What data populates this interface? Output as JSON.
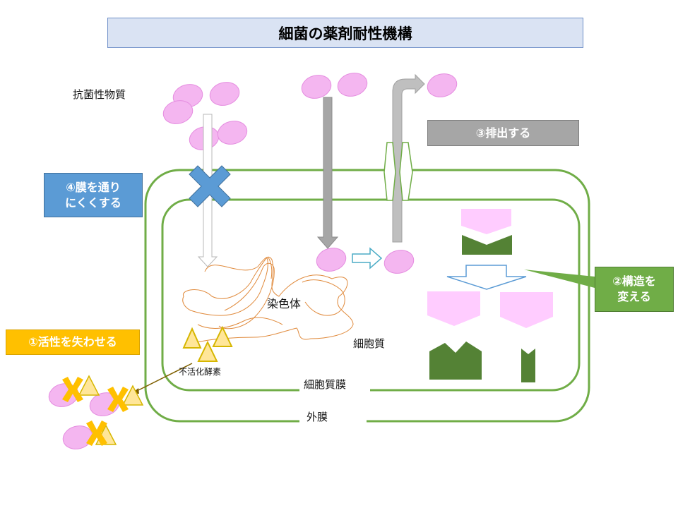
{
  "title": "細菌の薬剤耐性機構",
  "labels": {
    "antibiotic": "抗菌性物質",
    "chromosome": "染色体",
    "cytoplasm": "細胞質",
    "inner_membrane": "細胞質膜",
    "outer_membrane": "外膜",
    "enzyme": "不活化酵素"
  },
  "mechanisms": {
    "inactivate": "①活性を失わせる",
    "alter_structure_1": "②構造を",
    "alter_structure_2": "変える",
    "efflux": "③排出する",
    "impermeable_1": "④膜を通り",
    "impermeable_2": "にくくする"
  },
  "colors": {
    "title_bg": "#dae3f3",
    "membrane": "#70ad47",
    "drug": "#f4b6f0",
    "target_pink": "#ffccff",
    "target_green": "#548235",
    "enzyme": "#ffe699",
    "x_mark_blue": "#5b9bd5",
    "x_mark_yellow": "#ffc000",
    "chromosome": "#e08a3c"
  }
}
